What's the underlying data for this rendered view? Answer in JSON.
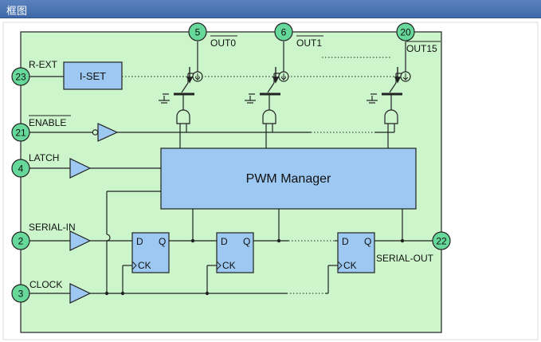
{
  "window": {
    "title": "框图"
  },
  "pins": {
    "p5": "5",
    "p6": "6",
    "p20": "20",
    "p23": "23",
    "p21": "21",
    "p4": "4",
    "p2": "2",
    "p3": "3",
    "p22": "22"
  },
  "labels": {
    "out0": "OUT0",
    "out1": "OUT1",
    "out15": "OUT15",
    "r_ext": "R-EXT",
    "enable": "ENABLE",
    "latch": "LATCH",
    "serial_in": "SERIAL-IN",
    "clock": "CLOCK",
    "serial_out": "SERIAL-OUT"
  },
  "blocks": {
    "iset": "I-SET",
    "pwm": "PWM Manager"
  },
  "flipflop": {
    "d": "D",
    "q": "Q",
    "ck": "CK"
  },
  "colors": {
    "board": "#ccf5cc",
    "pin": "#66d99a",
    "block": "#9cc8f2",
    "header": "#4a74b4"
  }
}
